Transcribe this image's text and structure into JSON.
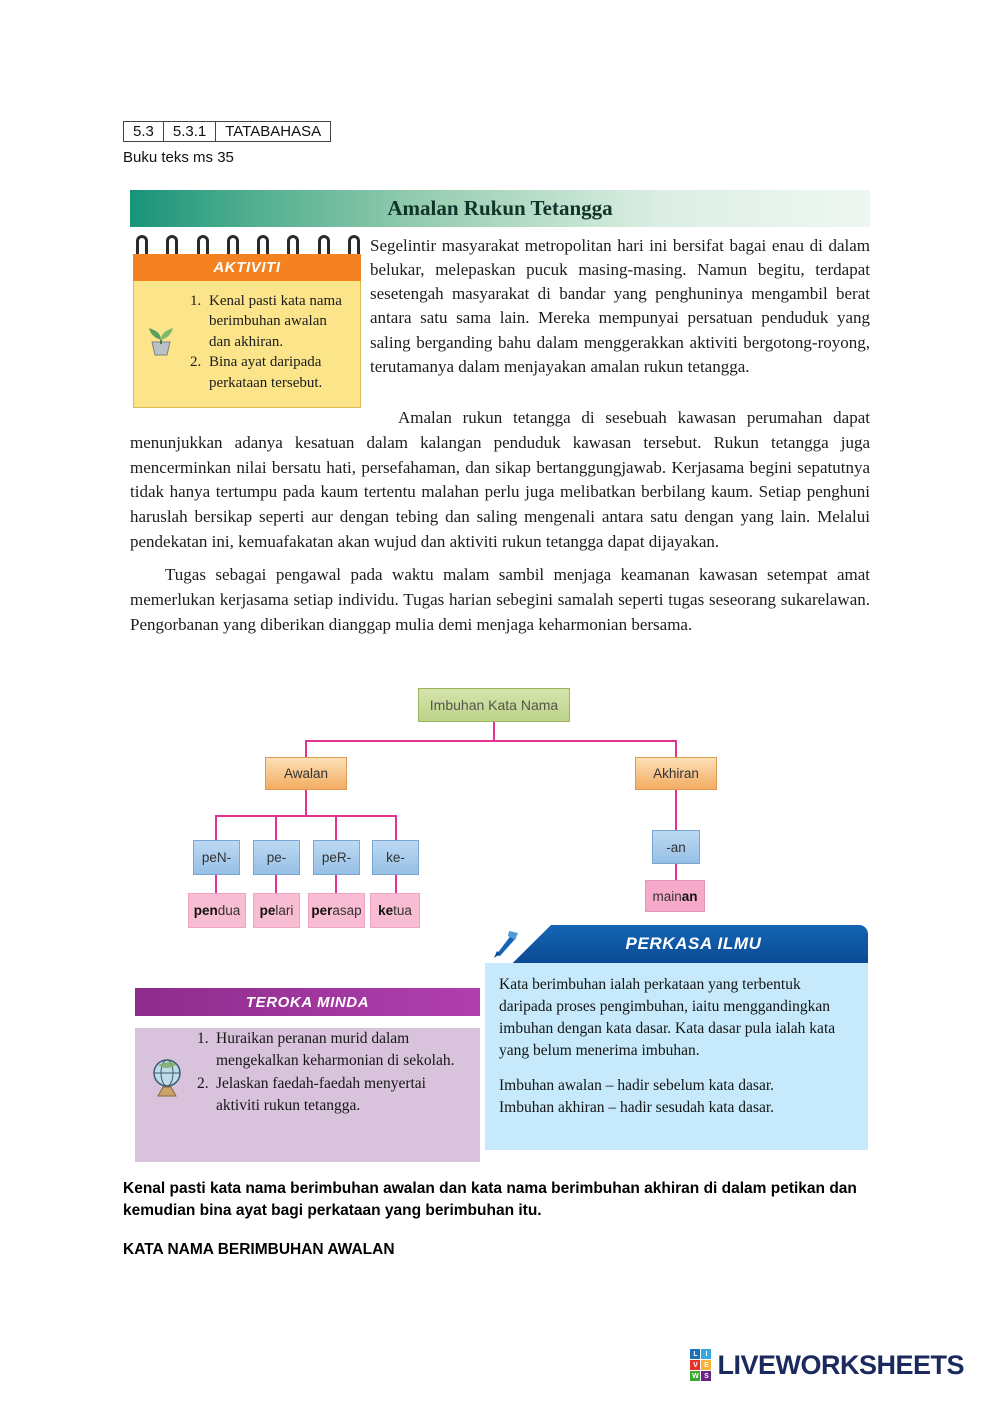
{
  "meta": {
    "codes": [
      "5.3",
      "5.3.1",
      "TATABAHASA"
    ],
    "source": "Buku teks ms 35"
  },
  "scan": {
    "title": "Amalan Rukun Tetangga",
    "aktiviti": {
      "header": "AKTIVITI",
      "items": [
        {
          "num": "1.",
          "text": "Kenal pasti kata nama berimbuhan awalan dan akhiran."
        },
        {
          "num": "2.",
          "text": "Bina ayat daripada perkataan tersebut."
        }
      ]
    },
    "intro": "Segelintir masyarakat metropolitan hari ini bersifat bagai enau di dalam belukar, melepaskan pucuk masing-masing. Namun begitu, terdapat sesetengah masyarakat di bandar yang penghuninya mengambil berat antara satu sama lain. Mereka mempunyai persatuan penduduk yang saling berganding bahu dalam menggerakkan aktiviti bergotong-royong, terutamanya dalam menjayakan amalan rukun tetangga.",
    "para2": "Amalan rukun tetangga di sesebuah kawasan perumahan dapat menunjukkan adanya kesatuan dalam kalangan penduduk kawasan tersebut. Rukun tetangga juga mencerminkan nilai bersatu hati, persefahaman, dan sikap bertanggungjawab. Kerjasama begini sepatutnya tidak hanya tertumpu pada kaum tertentu malahan perlu juga melibatkan berbilang kaum. Setiap penghuni haruslah bersikap seperti aur dengan tebing dan saling mengenali antara satu dengan yang lain. Melalui pendekatan ini, kemuafakatan akan wujud dan aktiviti rukun tetangga dapat dijayakan.",
    "para3": "Tugas sebagai pengawal pada waktu malam sambil menjaga keamanan kawasan setempat amat memerlukan kerjasama setiap individu. Tugas harian sebegini samalah seperti tugas seseorang sukarelawan. Pengorbanan yang diberikan dianggap mulia demi menjaga keharmonian bersama.",
    "diagram": {
      "root": "Imbuhan Kata Nama",
      "awalan": "Awalan",
      "akhiran": "Akhiran",
      "prefixes": [
        {
          "affix": "peN-",
          "bold": "pen",
          "rest": "dua"
        },
        {
          "affix": "pe-",
          "bold": "pe",
          "rest": "lari"
        },
        {
          "affix": "peR-",
          "bold": "per",
          "rest": "asap"
        },
        {
          "affix": "ke-",
          "bold": "ke",
          "rest": "tua"
        }
      ],
      "suffix": {
        "affix": "-an",
        "plain": "main",
        "bold": "an"
      }
    },
    "teroka": {
      "header": "TEROKA MINDA",
      "items": [
        {
          "num": "1.",
          "text": "Huraikan peranan murid dalam mengekalkan keharmonian di sekolah."
        },
        {
          "num": "2.",
          "text": "Jelaskan faedah-faedah menyertai aktiviti rukun tetangga."
        }
      ]
    },
    "perkasa": {
      "header": "PERKASA ILMU",
      "body": "Kata berimbuhan ialah perkataan yang terbentuk daripada proses pengimbuhan, iaitu menggandingkan imbuhan dengan kata dasar. Kata dasar pula ialah kata yang belum menerima imbuhan.",
      "notes": [
        "Imbuhan awalan – hadir sebelum kata dasar.",
        "Imbuhan akhiran – hadir sesudah kata dasar."
      ]
    }
  },
  "instructions": {
    "task": "Kenal pasti kata nama berimbuhan awalan dan kata nama berimbuhan akhiran di dalam petikan dan kemudian bina ayat bagi perkataan yang berimbuhan itu.",
    "heading": "KATA NAMA BERIMBUHAN AWALAN"
  },
  "footer": {
    "brand": "LIVEWORKSHEETS",
    "tiles": [
      {
        "letter": "L",
        "color": "#1d71b8"
      },
      {
        "letter": "I",
        "color": "#36a9e1"
      },
      {
        "letter": "V",
        "color": "#e5332a"
      },
      {
        "letter": "E",
        "color": "#f9b233"
      },
      {
        "letter": "W",
        "color": "#3aaa35"
      },
      {
        "letter": "S",
        "color": "#662483"
      }
    ]
  },
  "colors": {
    "title_green": "#18937a",
    "aktiviti_orange": "#f58220",
    "aktiviti_yellow": "#fbe489",
    "connector_pink": "#e5318f",
    "teroka_purple": "#9b2f9a",
    "perkasa_blue": "#0d4f9e",
    "perkasa_light_blue": "#c6eafb",
    "brand_navy": "#1b2a5e"
  }
}
